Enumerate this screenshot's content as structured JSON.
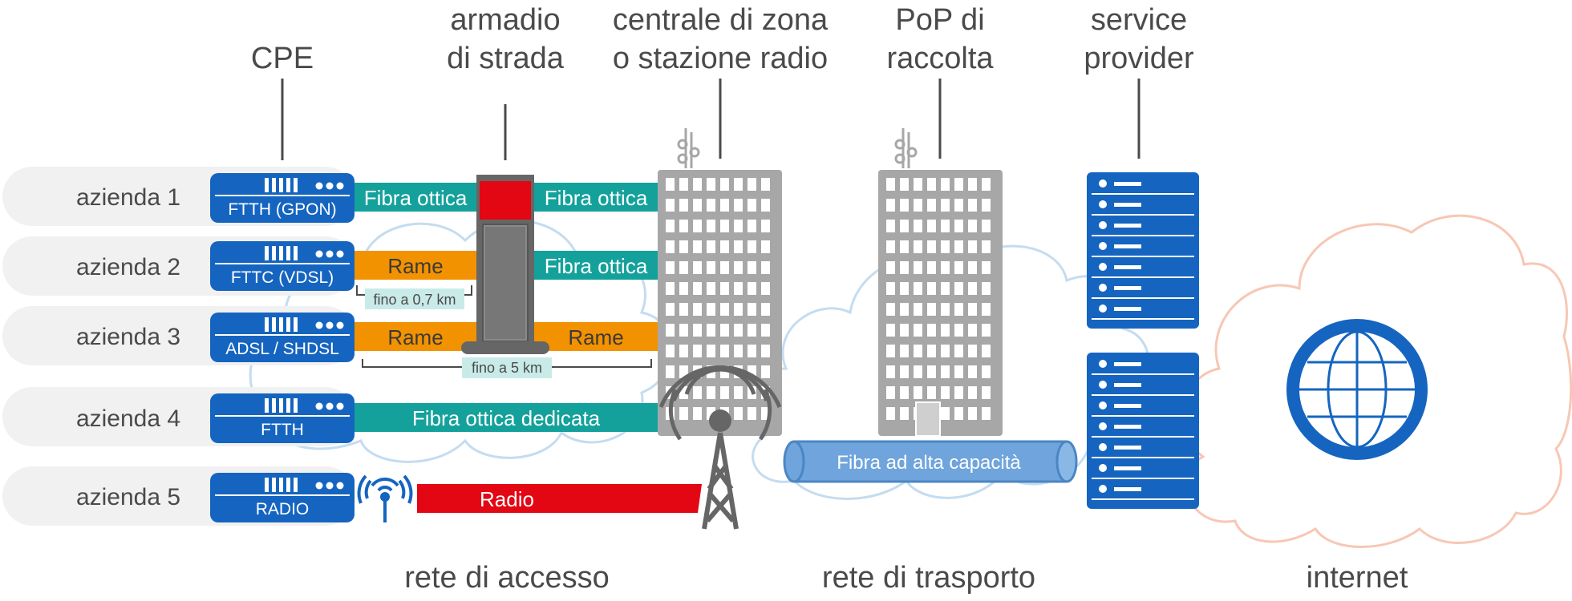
{
  "headers": {
    "cpe": "CPE",
    "armadio_1": "armadio",
    "armadio_2": "di strada",
    "centrale_1": "centrale di zona",
    "centrale_2": "o stazione radio",
    "pop_1": "PoP di",
    "pop_2": "raccolta",
    "provider_1": "service",
    "provider_2": "provider"
  },
  "companies": [
    {
      "name": "azienda 1",
      "cpe": "FTTH (GPON)"
    },
    {
      "name": "azienda 2",
      "cpe": "FTTC (VDSL)"
    },
    {
      "name": "azienda 3",
      "cpe": "ADSL / SHDSL"
    },
    {
      "name": "azienda 4",
      "cpe": "FTTH"
    },
    {
      "name": "azienda 5",
      "cpe": "RADIO"
    }
  ],
  "links": {
    "row1_left": "Fibra ottica",
    "row1_right": "Fibra ottica",
    "row2_left": "Rame",
    "row2_right": "Fibra ottica",
    "row3_left": "Rame",
    "row3_right": "Rame",
    "row4": "Fibra ottica dedicata",
    "row5": "Radio"
  },
  "distances": {
    "short": "fino a 0,7 km",
    "long": "fino a 5 km"
  },
  "transport_pipe": "Fibra ad alta capacità",
  "zones": {
    "access": "rete di accesso",
    "transport": "rete di trasporto",
    "internet": "internet"
  },
  "colors": {
    "teal": "#14a19b",
    "orange": "#f39200",
    "red": "#e30613",
    "blue": "#1565c0",
    "gray": "#a7a7a7",
    "dark_gray": "#666666",
    "cloud_blue": "#c4dcf0",
    "cloud_peach": "#f7c7b4",
    "pipe_blue": "#6fa4dc",
    "row_bg": "#f1f1f1"
  }
}
